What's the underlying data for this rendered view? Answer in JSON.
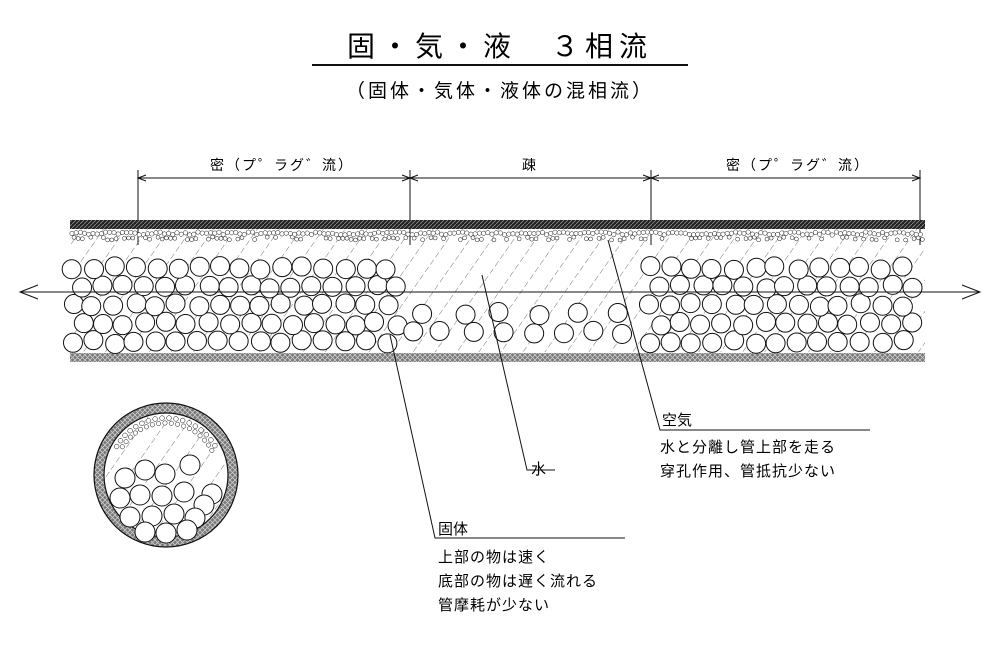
{
  "title": "固・気・液　３相流",
  "subtitle": "（固体・気体・液体の混相流）",
  "dimensions": {
    "dense_left": "密（プ゜ラグ゛流）",
    "sparse": "疎",
    "dense_right": "密（プ゜ラグ゛流）"
  },
  "callouts": {
    "air": {
      "heading": "空気",
      "lines": [
        "水と分離し管上部を走る",
        "穿孔作用、管抵抗少ない"
      ]
    },
    "water": {
      "heading": "水"
    },
    "solid": {
      "heading": "固体",
      "lines": [
        "上部の物は速く",
        "底部の物は遅く流れる",
        "管摩耗が少ない"
      ]
    }
  }
}
